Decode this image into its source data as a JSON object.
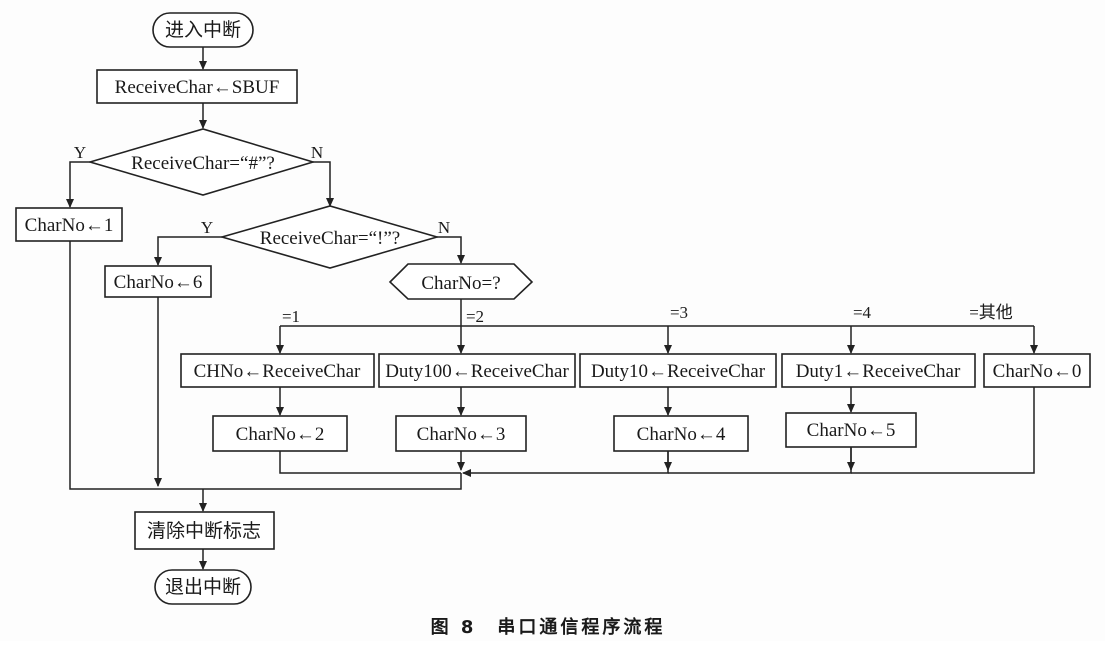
{
  "nodes": {
    "start": "进入中断",
    "receive": "ReceiveChar←SBUF",
    "decision_hash": "ReceiveChar=“#”?",
    "set_charno_1": "CharNo←1",
    "decision_excl": "ReceiveChar=“!”?",
    "set_charno_6": "CharNo←6",
    "decision_charno": "CharNo=?",
    "case1_assign": "CHNo←ReceiveChar",
    "case1_next": "CharNo←2",
    "case2_assign": "Duty100←ReceiveChar",
    "case2_next": "CharNo←3",
    "case3_assign": "Duty10←ReceiveChar",
    "case3_next": "CharNo←4",
    "case4_assign": "Duty1←ReceiveChar",
    "case4_next": "CharNo←5",
    "case_other": "CharNo←0",
    "clear_flag": "清除中断标志",
    "end": "退出中断"
  },
  "labels": {
    "yes": "Y",
    "no": "N",
    "case1": "=1",
    "case2": "=2",
    "case3": "=3",
    "case4": "=4",
    "case_other": "=其他"
  },
  "caption": "图 8　串口通信程序流程",
  "colors": {
    "line": "#222222",
    "box_fill": "#ffffff",
    "text": "#1a1a1a"
  }
}
